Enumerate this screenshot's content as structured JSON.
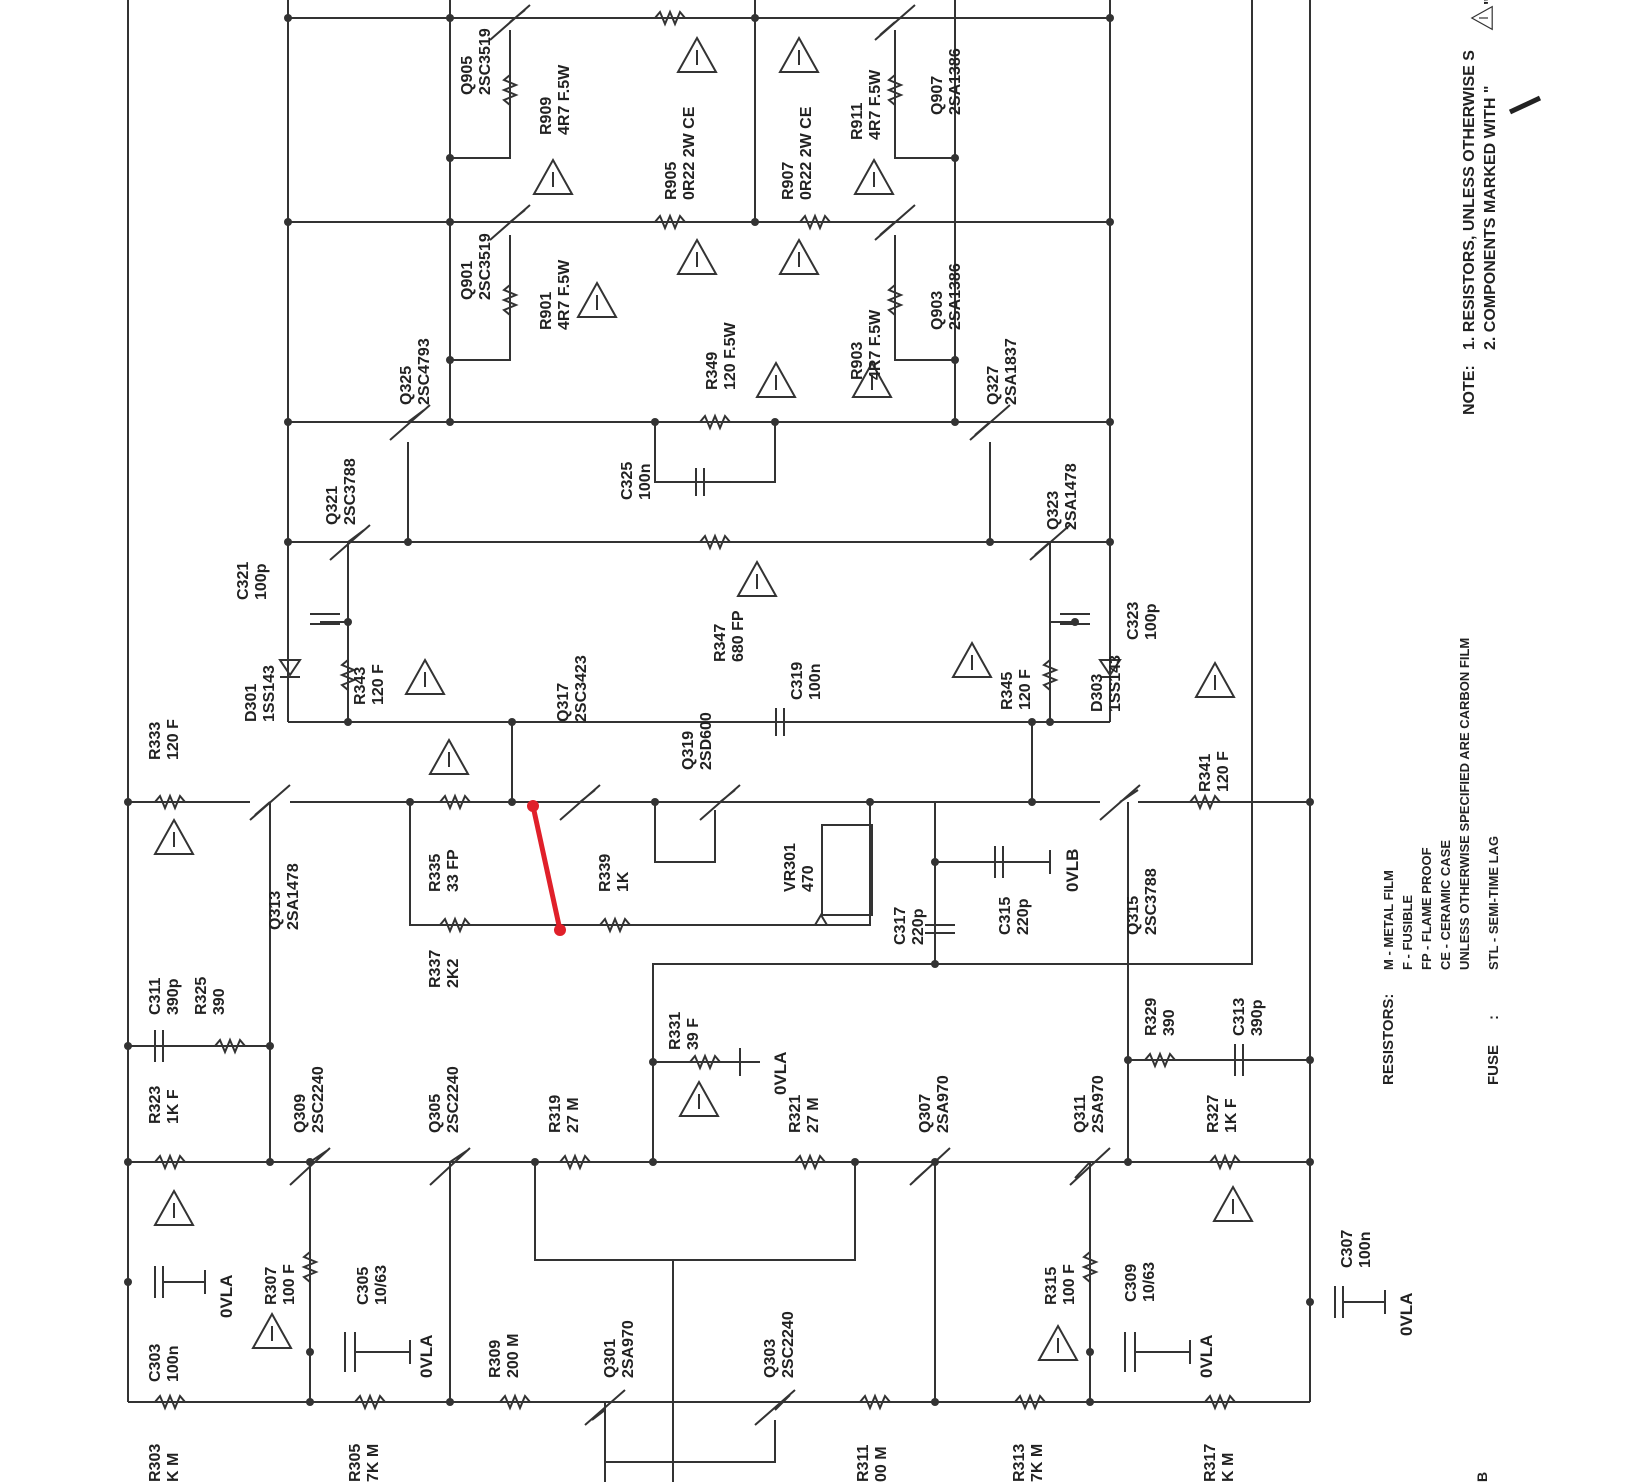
{
  "colors": {
    "ink": "#333333",
    "paper": "#ffffff",
    "annotation": "#e0202a"
  },
  "components": [
    {
      "ref": "R303",
      "value": "K M"
    },
    {
      "ref": "R305",
      "value": "7K M"
    },
    {
      "ref": "R311",
      "value": "00 M"
    },
    {
      "ref": "R313",
      "value": "7K M"
    },
    {
      "ref": "R317",
      "value": "K M"
    },
    {
      "ref": "C303",
      "value": "100n"
    },
    {
      "ref": "C305",
      "value": "10/63"
    },
    {
      "ref": "C309",
      "value": "10/63"
    },
    {
      "ref": "C307",
      "value": "100n"
    },
    {
      "ref": "R307",
      "value": "100 F"
    },
    {
      "ref": "R315",
      "value": "100 F"
    },
    {
      "ref": "R309",
      "value": "200 M"
    },
    {
      "ref": "Q301",
      "value": "2SA970"
    },
    {
      "ref": "Q303",
      "value": "2SC2240"
    },
    {
      "ref": "R323",
      "value": "1K F"
    },
    {
      "ref": "Q309",
      "value": "2SC2240"
    },
    {
      "ref": "Q305",
      "value": "2SC2240"
    },
    {
      "ref": "R319",
      "value": "27 M"
    },
    {
      "ref": "R321",
      "value": "27 M"
    },
    {
      "ref": "Q307",
      "value": "2SA970"
    },
    {
      "ref": "Q311",
      "value": "2SA970"
    },
    {
      "ref": "R327",
      "value": "1K F"
    },
    {
      "ref": "C311",
      "value": "390p"
    },
    {
      "ref": "R325",
      "value": "390"
    },
    {
      "ref": "R331",
      "value": "39 F"
    },
    {
      "ref": "R329",
      "value": "390"
    },
    {
      "ref": "C313",
      "value": "390p"
    },
    {
      "ref": "R337",
      "value": "2K2"
    },
    {
      "ref": "Q313",
      "value": "2SA1478"
    },
    {
      "ref": "R335",
      "value": "33 FP"
    },
    {
      "ref": "R339",
      "value": "1K"
    },
    {
      "ref": "VR301",
      "value": "470"
    },
    {
      "ref": "C317",
      "value": "220p"
    },
    {
      "ref": "C315",
      "value": "220p"
    },
    {
      "ref": "Q315",
      "value": "2SC3788"
    },
    {
      "ref": "R333",
      "value": "120 F"
    },
    {
      "ref": "R341",
      "value": "120 F"
    },
    {
      "ref": "D301",
      "value": "1SS143"
    },
    {
      "ref": "R343",
      "value": "120 F"
    },
    {
      "ref": "C321",
      "value": "100p"
    },
    {
      "ref": "Q317",
      "value": "2SC3423"
    },
    {
      "ref": "Q319",
      "value": "2SD600"
    },
    {
      "ref": "C319",
      "value": "100n"
    },
    {
      "ref": "R347",
      "value": "680 FP"
    },
    {
      "ref": "R345",
      "value": "120 F"
    },
    {
      "ref": "D303",
      "value": "1SS143"
    },
    {
      "ref": "C323",
      "value": "100p"
    },
    {
      "ref": "Q321",
      "value": "2SC3788"
    },
    {
      "ref": "Q323",
      "value": "2SA1478"
    },
    {
      "ref": "C325",
      "value": "100n"
    },
    {
      "ref": "Q325",
      "value": "2SC4793"
    },
    {
      "ref": "Q327",
      "value": "2SA1837"
    },
    {
      "ref": "R349",
      "value": "120 F.5W"
    },
    {
      "ref": "Q901",
      "value": "2SC3519"
    },
    {
      "ref": "R901",
      "value": "4R7 F.5W"
    },
    {
      "ref": "Q903",
      "value": "2SA1386"
    },
    {
      "ref": "R903",
      "value": "4R7 F.5W"
    },
    {
      "ref": "Q905",
      "value": "2SC3519"
    },
    {
      "ref": "R909",
      "value": "4R7 F.5W"
    },
    {
      "ref": "R905",
      "value": "0R22 2W CE"
    },
    {
      "ref": "R907",
      "value": "0R22 2W CE"
    },
    {
      "ref": "R911",
      "value": "4R7 F.5W"
    },
    {
      "ref": "Q907",
      "value": "2SA1386"
    }
  ],
  "rails": {
    "ovla": "0VLA",
    "ovlb": "0VLB"
  },
  "legend": {
    "resistors_heading": "RESISTORS:",
    "fuse_heading": "FUSE",
    "fuse_sep": ":",
    "lines": [
      "M - METAL FILM",
      "F - FUSIBLE",
      "FP - FLAME PROOF",
      "CE - CERAMIC CASE",
      "UNLESS OTHERWISE SPECIFIED ARE CARBON FILM",
      "STL - SEMI-TIME LAG"
    ]
  },
  "notes": {
    "heading": "NOTE:",
    "line1": "1. RESISTORS, UNLESS OTHERWISE S",
    "line2": "2. COMPONENTS MARKED WITH \"",
    "line2_tail": "\""
  },
  "edge_marks": {
    "bottom_right": "B"
  }
}
